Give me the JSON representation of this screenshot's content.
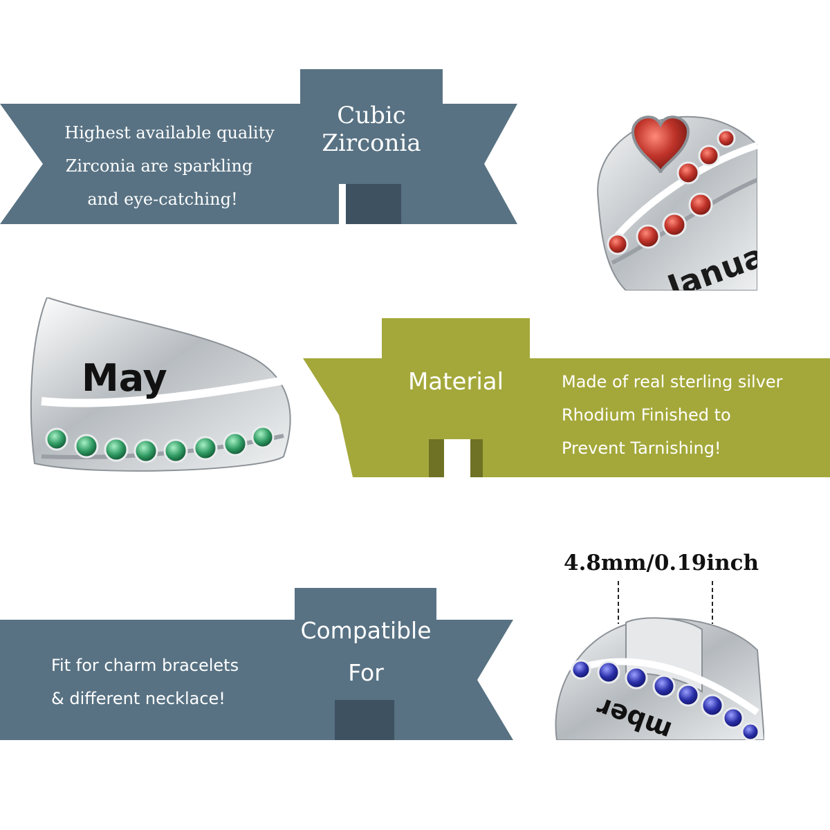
{
  "colors": {
    "slate": "#587283",
    "slate_dark": "#3d5161",
    "olive": "#a4a83a",
    "olive_dark": "#6f7224",
    "silver": "#cfd3d6",
    "garnet": "#c0342a",
    "emerald": "#2f9a62",
    "sapphire": "#2a2fa8"
  },
  "icons": [
    "heart-charm-icon",
    "may-charm-icon",
    "blue-charm-icon"
  ],
  "section_cubic": {
    "title_line1": "Cubic",
    "title_line2": "Zirconia",
    "line1": "Highest available quality",
    "line2": "Zirconia are sparkling",
    "line3": "and eye-catching!",
    "charm_text": "Janua"
  },
  "section_material": {
    "title": "Material",
    "line1": "Made of real sterling silver",
    "line2": "Rhodium Finished to",
    "line3": "Prevent Tarnishing!",
    "charm_text": "May"
  },
  "section_compatible": {
    "title_line1": "Compatible",
    "title_line2": "For",
    "line1": "Fit for charm bracelets",
    "line2": "& different necklace!",
    "dimension": "4.8mm/0.19inch",
    "charm_text": "mber"
  }
}
